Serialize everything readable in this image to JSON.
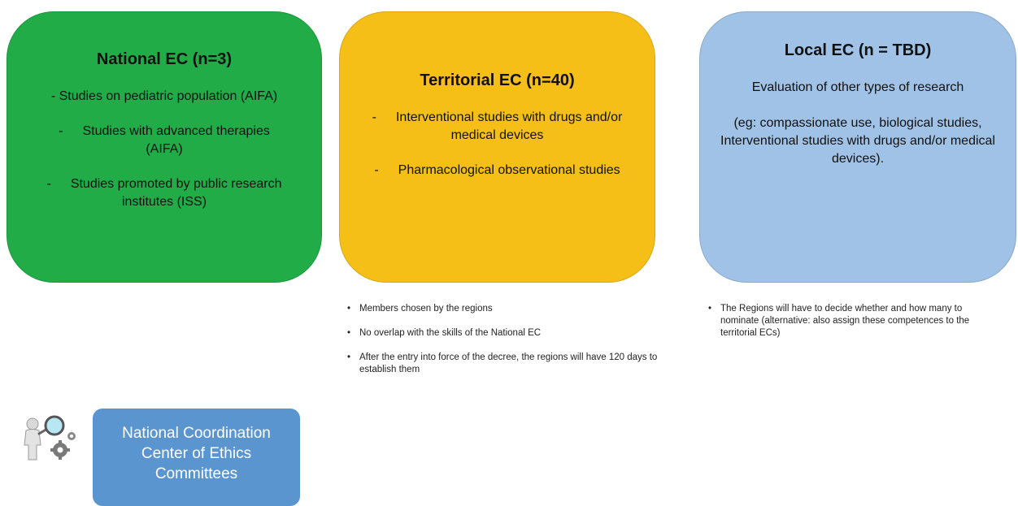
{
  "national": {
    "title": "National EC (n=3)",
    "items": [
      "- Studies on pediatric population (AIFA)",
      "Studies with advanced therapies (AIFA)",
      "Studies promoted by public research institutes (ISS)"
    ],
    "color": "#22ac48"
  },
  "territorial": {
    "title": "Territorial EC (n=40)",
    "items": [
      "Interventional studies with drugs and/or medical devices",
      "Pharmacological observational studies"
    ],
    "color": "#f6bf17",
    "notes": [
      "Members chosen by the regions",
      "No overlap with the skills of the National EC",
      "After the entry into force of the decree, the regions will have 120 days to establish them"
    ]
  },
  "local": {
    "title": "Local EC (n = TBD)",
    "items": [
      "Evaluation of other types of research",
      "(eg: compassionate use, biological studies, Interventional studies with drugs and/or medical devices)."
    ],
    "color": "#9fc2e6",
    "notes": [
      "The Regions will have to decide whether and how many to nominate (alternative: also assign these competences to the territorial ECs)"
    ]
  },
  "coordination": {
    "line1": "National Coordination",
    "line2": "Center of Ethics",
    "line3": "Committees",
    "icon": "magnifier-gear-figure-icon",
    "color": "#5b95cf"
  },
  "dash": "-",
  "bullet": "•"
}
